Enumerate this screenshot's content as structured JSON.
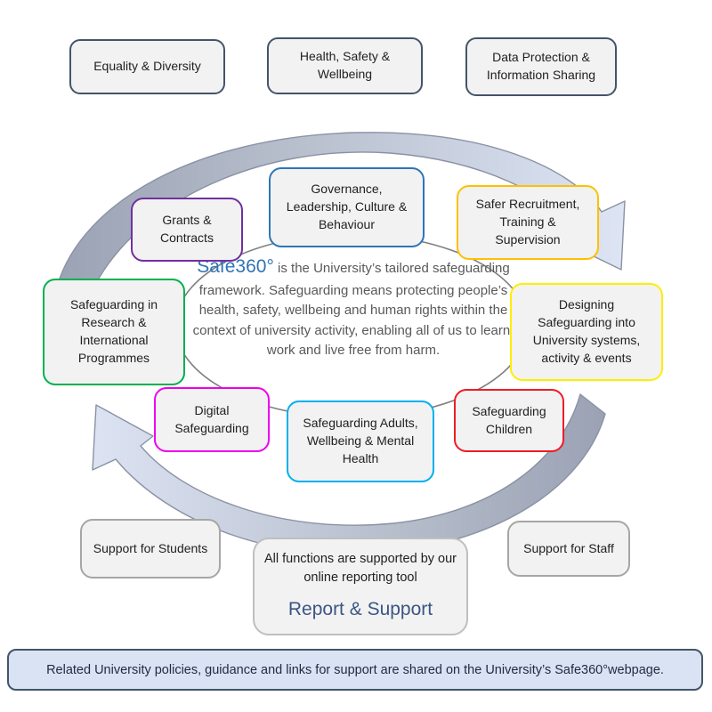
{
  "diagram": {
    "top_row": [
      {
        "label": "Equality & Diversity",
        "border_color": "#44546a"
      },
      {
        "label": "Health, Safety & Wellbeing",
        "border_color": "#44546a"
      },
      {
        "label": "Data Protection & Information Sharing",
        "border_color": "#44546a"
      }
    ],
    "ring": [
      {
        "label": "Governance, Leadership, Culture & Behaviour",
        "border_color": "#2e75b6"
      },
      {
        "label": "Safer Recruitment, Training & Supervision",
        "border_color": "#ffc000"
      },
      {
        "label": "Grants & Contracts",
        "border_color": "#7030a0"
      },
      {
        "label": "Safeguarding in Research & International Programmes",
        "border_color": "#00b050"
      },
      {
        "label": "Designing Safeguarding into University systems, activity & events",
        "border_color": "#ffee00"
      },
      {
        "label": "Digital Safeguarding",
        "border_color": "#ee00ee"
      },
      {
        "label": "Safeguarding Adults, Wellbeing & Mental Health",
        "border_color": "#00b0f0"
      },
      {
        "label": "Safeguarding Children",
        "border_color": "#ee1c25"
      }
    ],
    "center": {
      "brand": "Safe360°",
      "brand_color": "#2e74b5",
      "description": "is the University’s tailored safeguarding framework. Safeguarding means protecting people’s health, safety, wellbeing and human rights within the context of university activity, enabling all of us to learn, work and live free from harm."
    },
    "bottom_row": [
      {
        "label": "Support for Students",
        "border_color": "#a6a6a6"
      },
      {
        "label": "Support for Staff",
        "border_color": "#a6a6a6"
      }
    ],
    "report_box": {
      "line1": "All functions are supported by our online reporting tool",
      "cta": "Report & Support",
      "cta_color": "#3b5684",
      "border_color": "#bfbfbf"
    },
    "banner": {
      "text": "Related University policies, guidance and links for support are shared on the University’s Safe360°webpage.",
      "bg": "#dae3f3",
      "border_color": "#44546a"
    },
    "ellipse_color": "#7f7f7f",
    "arrow_colors": {
      "gray": "#9aa2b4",
      "mid": "#b6bdcb",
      "light": "#dde4f4",
      "outline": "#8a92a3"
    }
  }
}
